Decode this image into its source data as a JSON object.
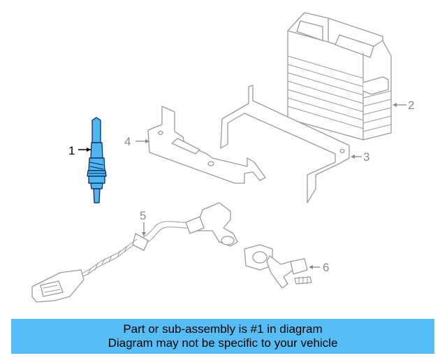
{
  "diagram": {
    "callouts": [
      {
        "id": "1",
        "label": "1",
        "highlighted": true
      },
      {
        "id": "2",
        "label": "2",
        "highlighted": false
      },
      {
        "id": "3",
        "label": "3",
        "highlighted": false
      },
      {
        "id": "4",
        "label": "4",
        "highlighted": false
      },
      {
        "id": "5",
        "label": "5",
        "highlighted": false
      },
      {
        "id": "6",
        "label": "6",
        "highlighted": false
      }
    ],
    "colors": {
      "highlight_part": "#4db8f0",
      "highlight_outline": "#0b1a5a",
      "other_parts": "#9a9a9a",
      "banner_background": "#56bdf5"
    }
  },
  "banner": {
    "line1": "Part or sub-assembly is #1 in diagram",
    "line2": "Diagram may not be specific to your vehicle"
  }
}
